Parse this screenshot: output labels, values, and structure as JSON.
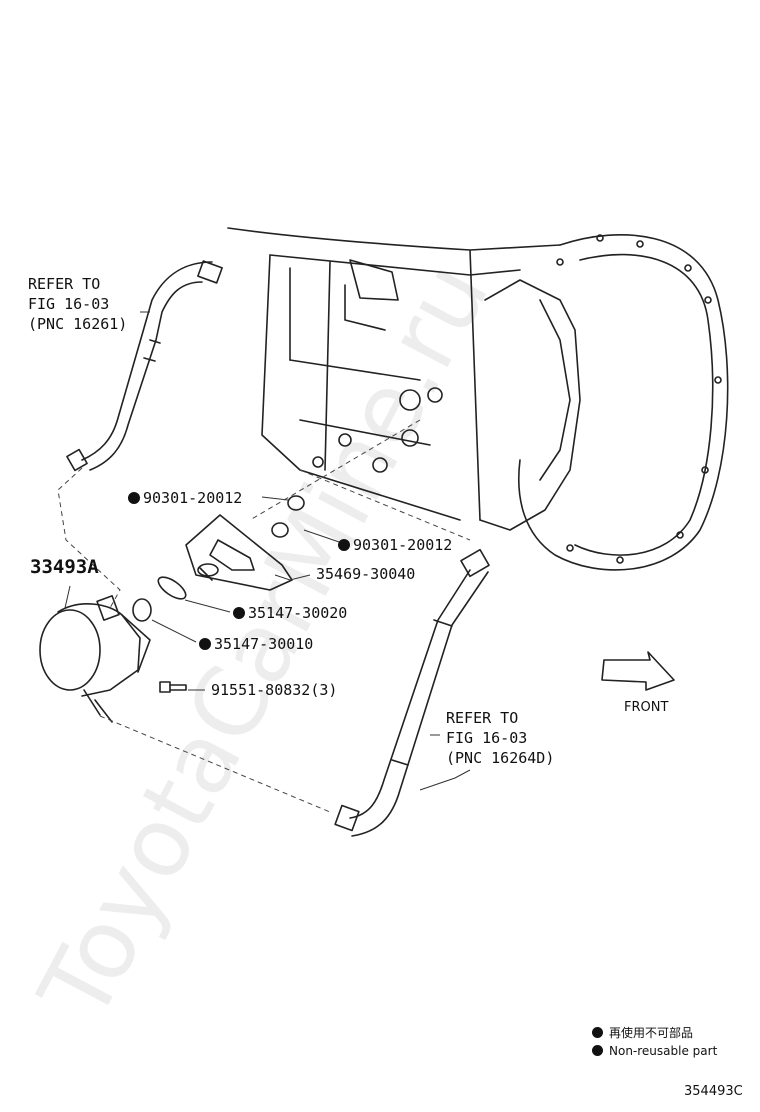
{
  "refer_top": {
    "line1": "REFER TO",
    "line2": "FIG 16-03",
    "line3": "(PNC 16261)"
  },
  "refer_bottom": {
    "line1": "REFER TO",
    "line2": "FIG 16-03",
    "line3": "(PNC 16264D)"
  },
  "parts": {
    "p_33493A": "33493A",
    "p_90301_a": "90301-20012",
    "p_90301_b": "90301-20012",
    "p_35469": "35469-30040",
    "p_35147_20": "35147-30020",
    "p_35147_10": "35147-30010",
    "p_91551": "91551-80832(3)"
  },
  "front_label": "FRONT",
  "legend": {
    "jp": "再使用不可部品",
    "en": "Non-reusable part"
  },
  "diagram_id": "354493C",
  "watermark": "ToyotaCarMine.ru"
}
